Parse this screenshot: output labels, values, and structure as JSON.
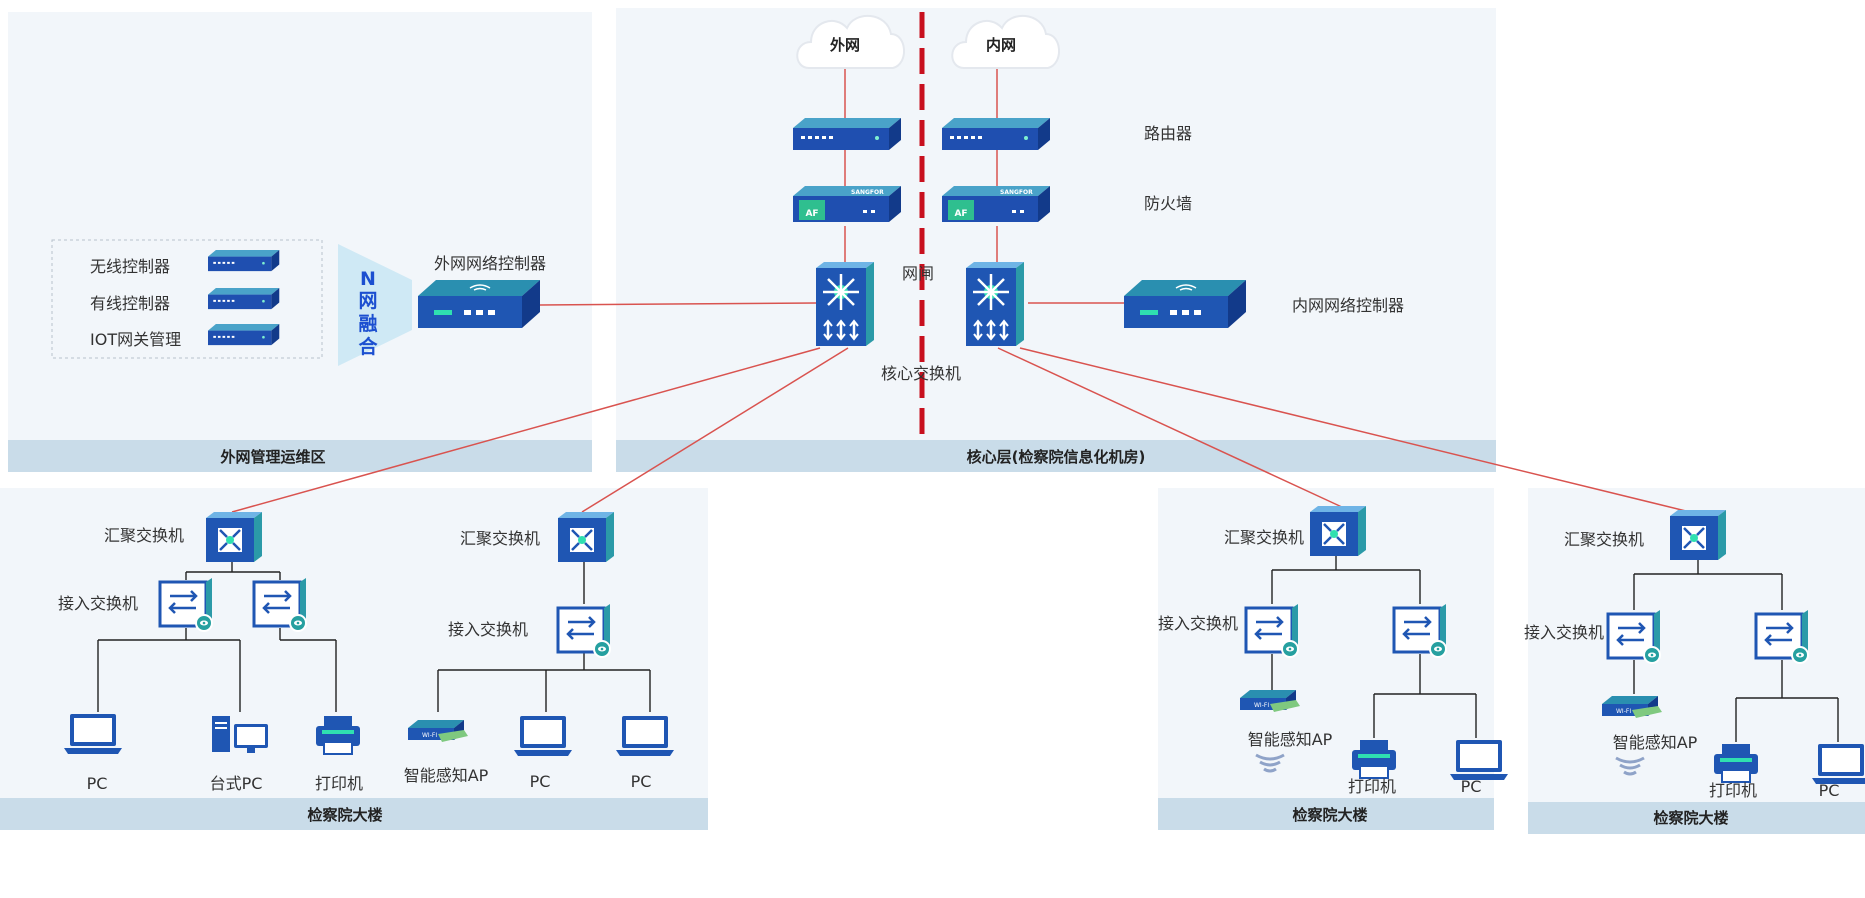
{
  "zones": {
    "mgmt_title": "外网管理运维区",
    "core_title": "核心层(检察院信息化机房)",
    "building_title": "检察院大楼"
  },
  "clouds": {
    "outer": "外网",
    "inner": "内网"
  },
  "core": {
    "router_label": "路由器",
    "firewall_label": "防火墙",
    "gatekeeper_label": "网闸",
    "core_switch_label": "核心交换机",
    "outer_controller_label": "外网网络控制器",
    "inner_controller_label": "内网网络控制器"
  },
  "mgmt": {
    "wireless_controller": "无线控制器",
    "wired_controller": "有线控制器",
    "iot_gateway": "IOT网关管理",
    "n_fusion": [
      "N",
      "网",
      "融",
      "合"
    ]
  },
  "devices": {
    "aggregation_switch": "汇聚交换机",
    "access_switch": "接入交换机",
    "pc": "PC",
    "desktop_pc": "台式PC",
    "printer": "打印机",
    "smart_ap": "智能感知AP"
  },
  "colors": {
    "zone_bg": "#f2f6fa",
    "zone_title_bg": "#c9dce9",
    "red_link": "#d9534f",
    "divider": "#c8101e",
    "device_blue": "#1f56b3",
    "device_teal": "#26a0a0"
  }
}
